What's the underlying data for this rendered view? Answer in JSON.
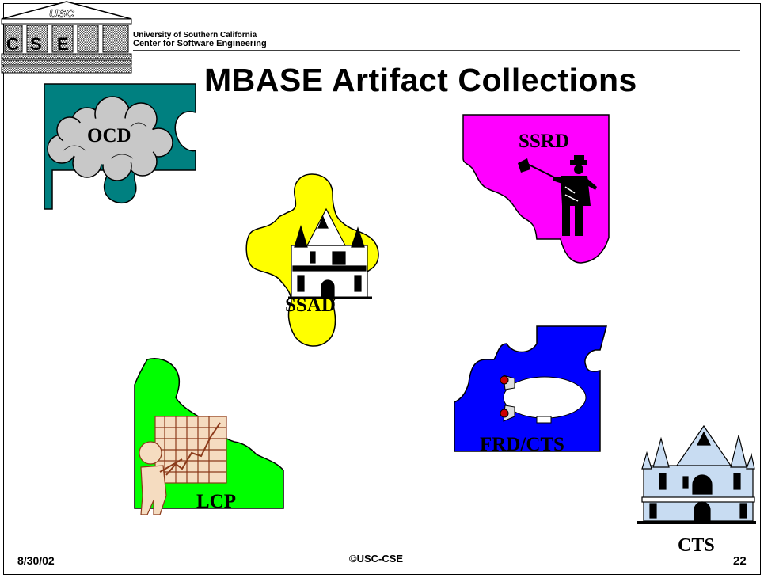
{
  "header": {
    "logo_usc": "USC",
    "logo_letters": [
      "C",
      "S",
      "E"
    ],
    "university": "University of Southern California",
    "center": "Center for Software  Engineering"
  },
  "slide": {
    "title": "MBASE Artifact Collections"
  },
  "pieces": {
    "ocd": {
      "label": "OCD",
      "color": "#008080"
    },
    "ssrd": {
      "label": "SSRD",
      "color": "#ff00ff"
    },
    "ssad": {
      "label": "SSAD",
      "color": "#ffff00"
    },
    "lcp": {
      "label": "LCP",
      "color": "#00ff00"
    },
    "frd": {
      "label": "FRD/CTS",
      "color": "#0000ff"
    },
    "cts": {
      "label": "CTS"
    }
  },
  "footer": {
    "date": "8/30/02",
    "copyright": "©USC-CSE",
    "page_number": "22"
  }
}
